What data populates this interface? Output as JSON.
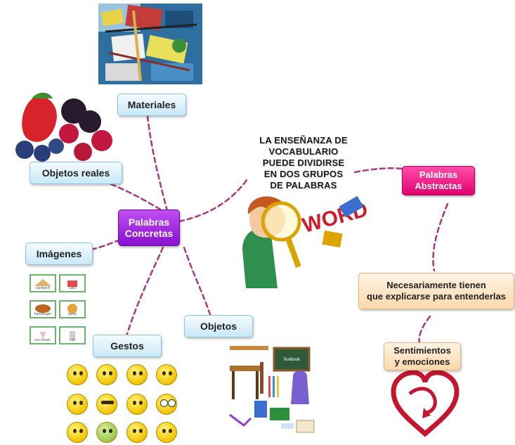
{
  "central_title": [
    "LA ENSEÑANZA DE",
    "VOCABULARIO",
    "PUEDE DIVIDIRSE",
    "EN DOS GRUPOS",
    "DE PALABRAS"
  ],
  "nodes": {
    "materiales": "Materiales",
    "objetos_reales": "Objetos reales",
    "palabras_concretas": [
      "Palabras",
      "Concretas"
    ],
    "imagenes": "Imágenes",
    "gestos": "Gestos",
    "objetos": "Objetos",
    "palabras_abstractas": [
      "Palabras",
      "Abstractas"
    ],
    "necesariamente": [
      "Necesariamente tienen",
      "que explicarse para entenderlas"
    ],
    "sentimientos": [
      "Sentimientos",
      "y emociones"
    ]
  },
  "clipart_words": [
    "WORD"
  ],
  "flashcards": [
    "sandwich",
    "cake",
    "hamburger",
    "pizza",
    "ice cream",
    "salt"
  ],
  "chalkboard_text": "Textbook",
  "colors": {
    "connector": "#b0357f",
    "concrete_node": "#9b1be0",
    "abstract_node": "#f0148a",
    "sub_node": "#c8e9f7",
    "explain_node": "#fbd8ad"
  }
}
